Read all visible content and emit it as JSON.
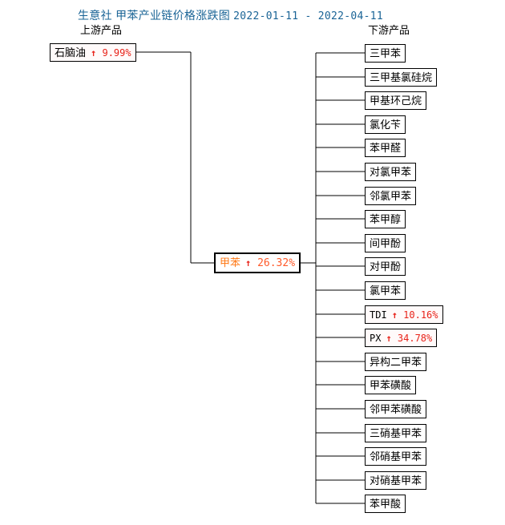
{
  "title": {
    "text": "生意社 甲苯产业链价格涨跌图",
    "date_range": "2022-01-11 - 2022-04-11",
    "color": "#1a6496"
  },
  "headers": {
    "upstream": "上游产品",
    "downstream": "下游产品"
  },
  "colors": {
    "up_red": "#e8231a",
    "center_orange": "#ff7a18",
    "center_change": "#ff5a2a",
    "box_border": "#000000",
    "tinted_bg": "#fffafa",
    "title_blue": "#1a6496"
  },
  "upstream": [
    {
      "name": "石脑油",
      "arrow": "↑",
      "change": "9.99%",
      "highlighted": true
    }
  ],
  "center": {
    "name": "甲苯",
    "arrow": "↑",
    "change": "26.32%",
    "highlighted": true
  },
  "downstream": [
    {
      "name": "三甲苯",
      "arrow": "",
      "change": "",
      "highlighted": false
    },
    {
      "name": "三甲基氯硅烷",
      "arrow": "",
      "change": "",
      "highlighted": false
    },
    {
      "name": "甲基环己烷",
      "arrow": "",
      "change": "",
      "highlighted": false
    },
    {
      "name": "氯化苄",
      "arrow": "",
      "change": "",
      "highlighted": false
    },
    {
      "name": "苯甲醛",
      "arrow": "",
      "change": "",
      "highlighted": false
    },
    {
      "name": "对氯甲苯",
      "arrow": "",
      "change": "",
      "highlighted": false
    },
    {
      "name": "邻氯甲苯",
      "arrow": "",
      "change": "",
      "highlighted": false
    },
    {
      "name": "苯甲醇",
      "arrow": "",
      "change": "",
      "highlighted": false
    },
    {
      "name": "间甲酚",
      "arrow": "",
      "change": "",
      "highlighted": false
    },
    {
      "name": "对甲酚",
      "arrow": "",
      "change": "",
      "highlighted": false
    },
    {
      "name": "氯甲苯",
      "arrow": "",
      "change": "",
      "highlighted": false
    },
    {
      "name": "TDI",
      "arrow": "↑",
      "change": "10.16%",
      "highlighted": true
    },
    {
      "name": "PX",
      "arrow": "↑",
      "change": "34.78%",
      "highlighted": true
    },
    {
      "name": "异构二甲苯",
      "arrow": "",
      "change": "",
      "highlighted": false
    },
    {
      "name": "甲苯磺酸",
      "arrow": "",
      "change": "",
      "highlighted": false
    },
    {
      "name": "邻甲苯磺酸",
      "arrow": "",
      "change": "",
      "highlighted": false
    },
    {
      "name": "三硝基甲苯",
      "arrow": "",
      "change": "",
      "highlighted": false
    },
    {
      "name": "邻硝基甲苯",
      "arrow": "",
      "change": "",
      "highlighted": false
    },
    {
      "name": "对硝基甲苯",
      "arrow": "",
      "change": "",
      "highlighted": false
    },
    {
      "name": "苯甲酸",
      "arrow": "",
      "change": "",
      "highlighted": false
    }
  ],
  "chart_data": {
    "type": "diagram",
    "title": "生意社 甲苯产业链价格涨跌图 2022-01-11 - 2022-04-11",
    "nodes": [
      {
        "label": "石脑油",
        "change_pct": 9.99,
        "direction": "up",
        "tier": "upstream"
      },
      {
        "label": "甲苯",
        "change_pct": 26.32,
        "direction": "up",
        "tier": "center"
      },
      {
        "label": "三甲苯",
        "change_pct": null,
        "direction": null,
        "tier": "downstream"
      },
      {
        "label": "三甲基氯硅烷",
        "change_pct": null,
        "direction": null,
        "tier": "downstream"
      },
      {
        "label": "甲基环己烷",
        "change_pct": null,
        "direction": null,
        "tier": "downstream"
      },
      {
        "label": "氯化苄",
        "change_pct": null,
        "direction": null,
        "tier": "downstream"
      },
      {
        "label": "苯甲醛",
        "change_pct": null,
        "direction": null,
        "tier": "downstream"
      },
      {
        "label": "对氯甲苯",
        "change_pct": null,
        "direction": null,
        "tier": "downstream"
      },
      {
        "label": "邻氯甲苯",
        "change_pct": null,
        "direction": null,
        "tier": "downstream"
      },
      {
        "label": "苯甲醇",
        "change_pct": null,
        "direction": null,
        "tier": "downstream"
      },
      {
        "label": "间甲酚",
        "change_pct": null,
        "direction": null,
        "tier": "downstream"
      },
      {
        "label": "对甲酚",
        "change_pct": null,
        "direction": null,
        "tier": "downstream"
      },
      {
        "label": "氯甲苯",
        "change_pct": null,
        "direction": null,
        "tier": "downstream"
      },
      {
        "label": "TDI",
        "change_pct": 10.16,
        "direction": "up",
        "tier": "downstream"
      },
      {
        "label": "PX",
        "change_pct": 34.78,
        "direction": "up",
        "tier": "downstream"
      },
      {
        "label": "异构二甲苯",
        "change_pct": null,
        "direction": null,
        "tier": "downstream"
      },
      {
        "label": "甲苯磺酸",
        "change_pct": null,
        "direction": null,
        "tier": "downstream"
      },
      {
        "label": "邻甲苯磺酸",
        "change_pct": null,
        "direction": null,
        "tier": "downstream"
      },
      {
        "label": "三硝基甲苯",
        "change_pct": null,
        "direction": null,
        "tier": "downstream"
      },
      {
        "label": "邻硝基甲苯",
        "change_pct": null,
        "direction": null,
        "tier": "downstream"
      },
      {
        "label": "对硝基甲苯",
        "change_pct": null,
        "direction": null,
        "tier": "downstream"
      },
      {
        "label": "苯甲酸",
        "change_pct": null,
        "direction": null,
        "tier": "downstream"
      }
    ],
    "edges": [
      {
        "from": "石脑油",
        "to": "甲苯"
      },
      {
        "from": "甲苯",
        "to": "三甲苯"
      },
      {
        "from": "甲苯",
        "to": "三甲基氯硅烷"
      },
      {
        "from": "甲苯",
        "to": "甲基环己烷"
      },
      {
        "from": "甲苯",
        "to": "氯化苄"
      },
      {
        "from": "甲苯",
        "to": "苯甲醛"
      },
      {
        "from": "甲苯",
        "to": "对氯甲苯"
      },
      {
        "from": "甲苯",
        "to": "邻氯甲苯"
      },
      {
        "from": "甲苯",
        "to": "苯甲醇"
      },
      {
        "from": "甲苯",
        "to": "间甲酚"
      },
      {
        "from": "甲苯",
        "to": "对甲酚"
      },
      {
        "from": "甲苯",
        "to": "氯甲苯"
      },
      {
        "from": "甲苯",
        "to": "TDI"
      },
      {
        "from": "甲苯",
        "to": "PX"
      },
      {
        "from": "甲苯",
        "to": "异构二甲苯"
      },
      {
        "from": "甲苯",
        "to": "甲苯磺酸"
      },
      {
        "from": "甲苯",
        "to": "邻甲苯磺酸"
      },
      {
        "from": "甲苯",
        "to": "三硝基甲苯"
      },
      {
        "from": "甲苯",
        "to": "邻硝基甲苯"
      },
      {
        "from": "甲苯",
        "to": "对硝基甲苯"
      },
      {
        "from": "甲苯",
        "to": "苯甲酸"
      }
    ]
  }
}
